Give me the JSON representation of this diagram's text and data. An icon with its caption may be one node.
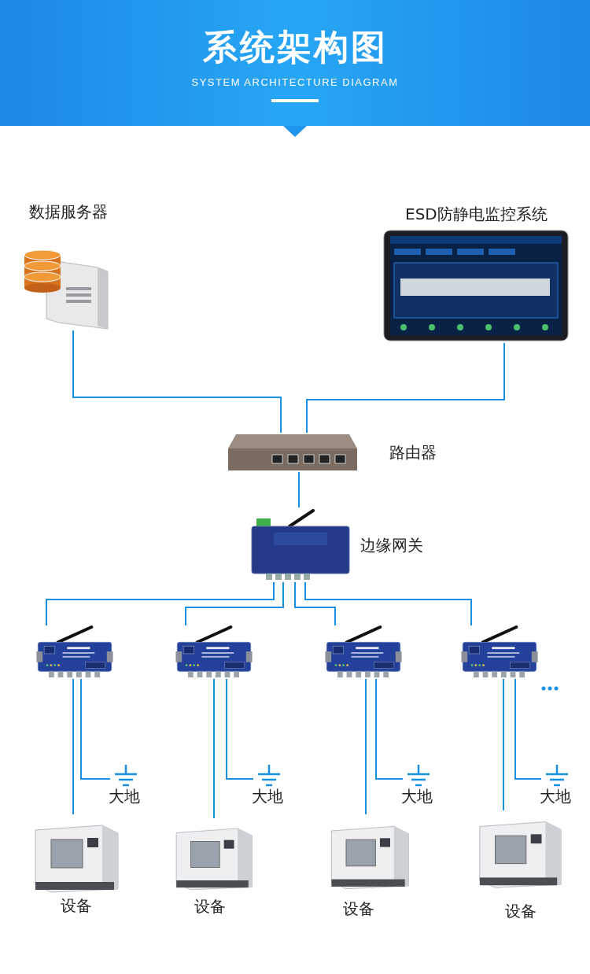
{
  "diagram": {
    "title": "系统架构图",
    "nodes": [
      {
        "text": [
          "数据服务器"
        ]
      },
      {
        "text": [
          "ESD防静电监控系统"
        ]
      },
      {
        "text": [
          "路由器"
        ]
      },
      {
        "text": [
          "边缘网关"
        ]
      },
      {
        "text": [],
        "shape": "picture"
      },
      {
        "text": [],
        "shape": "picture"
      },
      {
        "text": [],
        "shape": "picture"
      },
      {
        "text": [],
        "shape": "picture"
      },
      {
        "text": [
          "大地"
        ]
      },
      {
        "text": [
          "大地"
        ]
      },
      {
        "text": [
          "大地"
        ]
      },
      {
        "text": [
          "大地"
        ]
      },
      {
        "text": [
          "设备"
        ]
      },
      {
        "text": [
          "设备"
        ]
      },
      {
        "text": [
          "设备"
        ]
      },
      {
        "text": [
          "设备"
        ]
      }
    ],
    "edges": [
      {
        "from": 0,
        "to": 2,
        "arrow": "none"
      },
      {
        "from": 1,
        "to": 2,
        "arrow": "none"
      },
      {
        "from": 2,
        "to": 3,
        "arrow": "none"
      },
      {
        "from": 3,
        "to": 4,
        "arrow": "none"
      },
      {
        "from": 3,
        "to": 5,
        "arrow": "none"
      },
      {
        "from": 3,
        "to": 6,
        "arrow": "none"
      },
      {
        "from": 3,
        "to": 7,
        "arrow": "none"
      },
      {
        "from": 4,
        "to": 8,
        "arrow": "none"
      },
      {
        "from": 4,
        "to": 12,
        "arrow": "none"
      },
      {
        "from": 5,
        "to": 9,
        "arrow": "none"
      },
      {
        "from": 5,
        "to": 13,
        "arrow": "none"
      },
      {
        "from": 6,
        "to": 10,
        "arrow": "none"
      },
      {
        "from": 6,
        "to": 14,
        "arrow": "none"
      },
      {
        "from": 7,
        "to": 11,
        "arrow": "none"
      },
      {
        "from": 7,
        "to": 15,
        "arrow": "none"
      }
    ],
    "labels": [
      "SYSTEM ARCHITECTURE DIAGRAM"
    ]
  }
}
